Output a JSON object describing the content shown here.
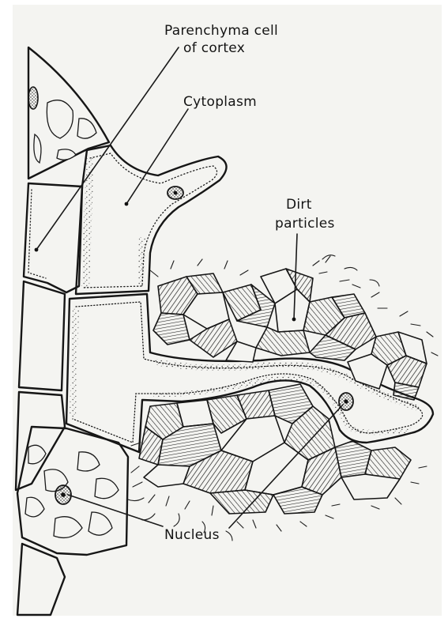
{
  "labels": {
    "parenchyma_line1": "Parenchyma cell",
    "parenchyma_line2": "of cortex",
    "cytoplasm": "Cytoplasm",
    "dirt_line1": "Dirt",
    "dirt_line2": "particles",
    "nucleus": "Nucleus"
  },
  "colors": {
    "ink": "#161616",
    "paper": "#f4f4f1",
    "background": "#ffffff"
  }
}
